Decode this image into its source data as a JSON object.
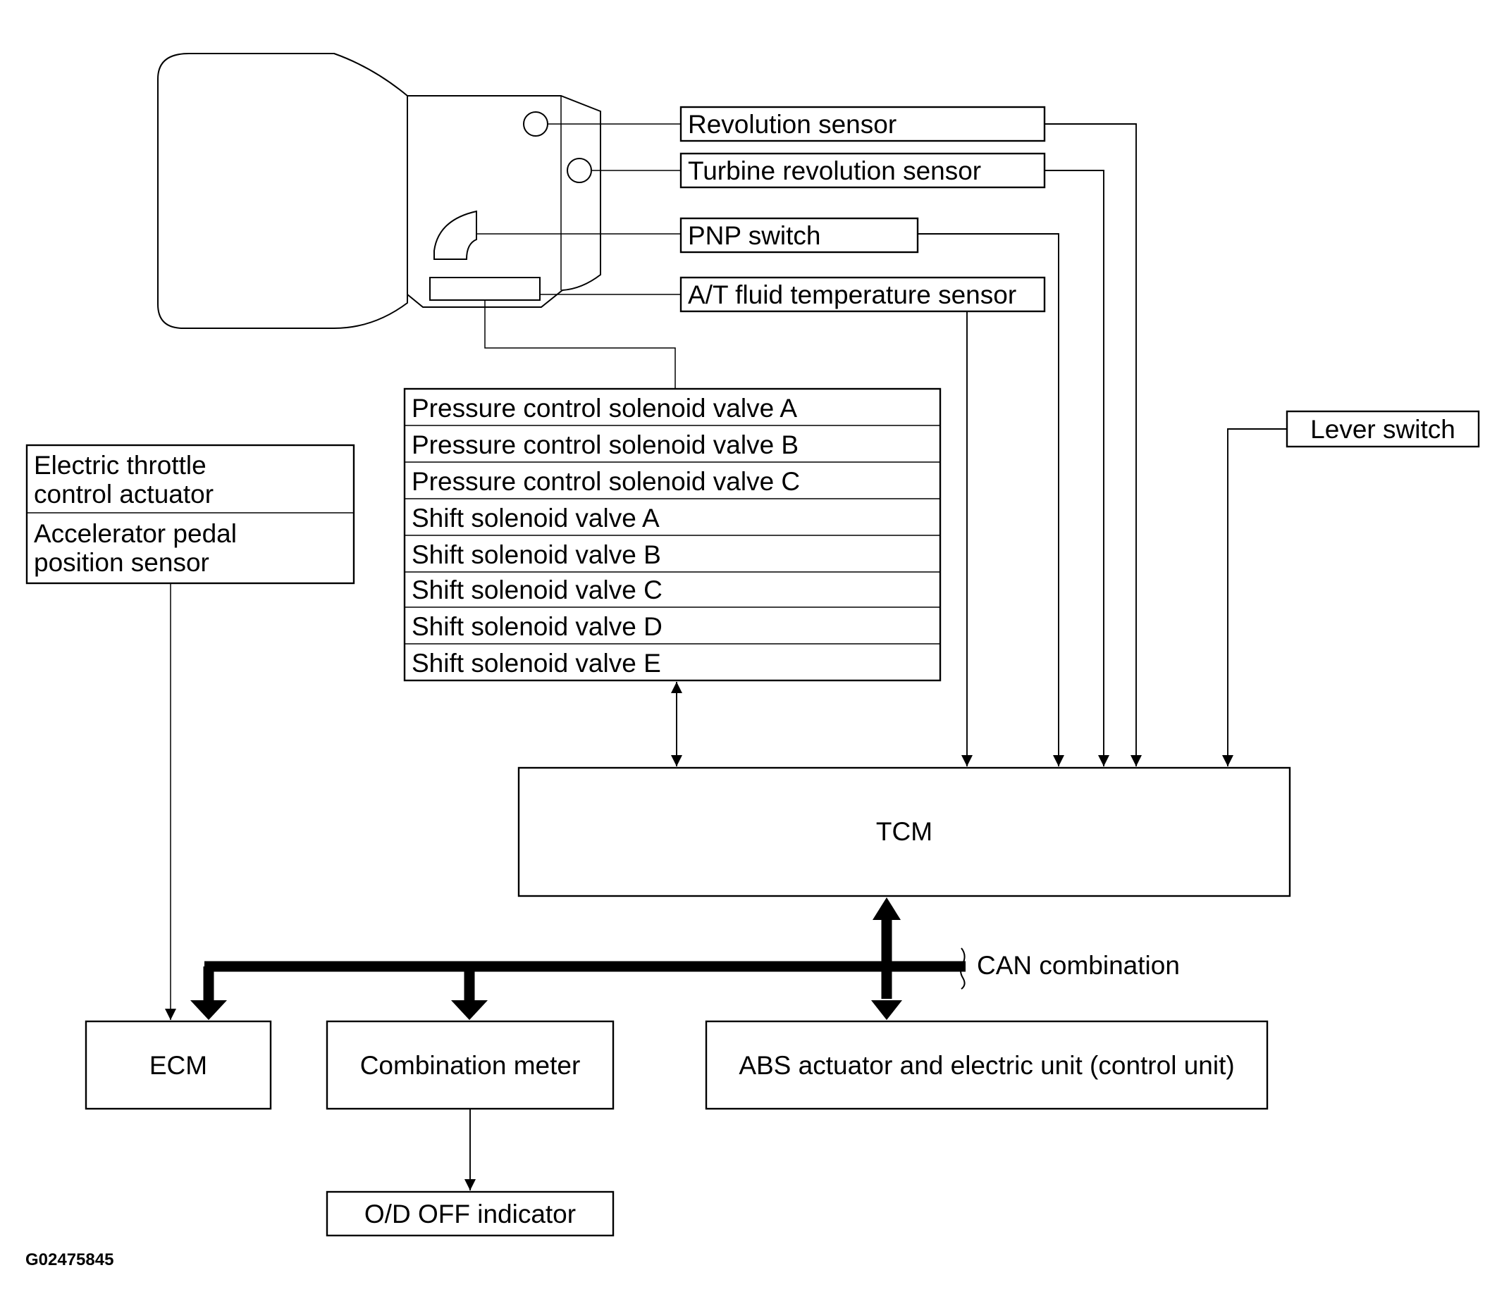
{
  "sensors": {
    "revolution": "Revolution sensor",
    "turbine_revolution": "Turbine revolution sensor",
    "pnp_switch": "PNP switch",
    "fluid_temp": "A/T fluid temperature sensor",
    "lever_switch": "Lever switch"
  },
  "valves": [
    "Pressure control solenoid valve A",
    "Pressure control solenoid valve B",
    "Pressure control solenoid valve C",
    "Shift  solenoid valve A",
    "Shift  solenoid valve B",
    "Shift  solenoid valve C",
    "Shift  solenoid valve D",
    "Shift  solenoid valve E"
  ],
  "throttle": {
    "actuator_line1": "Electric throttle",
    "actuator_line2": "control actuator",
    "pedal_line1": "Accelerator pedal",
    "pedal_line2": "position sensor"
  },
  "tcm": "TCM",
  "can_label": "CAN combination",
  "ecm": "ECM",
  "combination_meter": "Combination meter",
  "abs_unit": "ABS actuator and electric unit (control unit)",
  "od_off_indicator": "O/D OFF indicator",
  "figure_id": "G02475845"
}
